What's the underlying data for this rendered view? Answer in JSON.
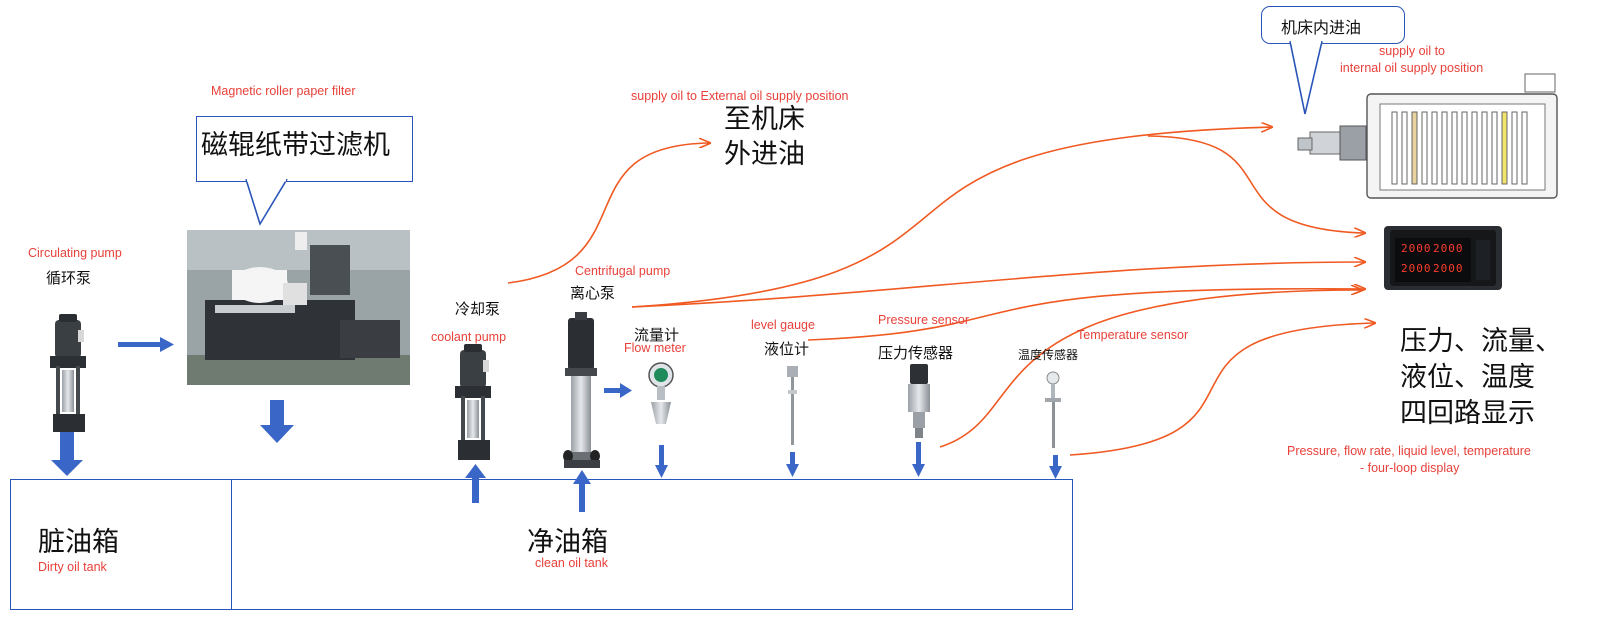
{
  "colors": {
    "flow": "#f05a22",
    "box": "#2a55b8",
    "arrow": "#3a66c8",
    "label_en": "#e8413a"
  },
  "filter": {
    "cn": "磁辊纸带过滤机",
    "en": "Magnetic roller paper filter"
  },
  "circulating_pump": {
    "en": "Circulating pump",
    "cn": "循环泵"
  },
  "coolant_pump": {
    "cn": "冷却泵",
    "en": "coolant pump"
  },
  "centrifugal_pump": {
    "en": "Centrifugal pump",
    "cn": "离心泵"
  },
  "flow_meter": {
    "cn": "流量计",
    "en": "Flow meter"
  },
  "level_gauge": {
    "en": "level gauge",
    "cn": "液位计"
  },
  "pressure_sensor": {
    "en": "Pressure sensor",
    "cn": "压力传感器"
  },
  "temperature_sensor": {
    "en": "Temperature sensor",
    "cn": "温度传感器"
  },
  "external_supply": {
    "en": "supply oil to External oil supply position",
    "cn_line1": "至机床",
    "cn_line2": "外进油"
  },
  "internal_supply": {
    "callout": "机床内进油",
    "en_line1": "supply oil to",
    "en_line2": "internal oil supply position"
  },
  "display": {
    "cn_line1": "压力、流量、",
    "cn_line2": "液位、温度",
    "cn_line3": "四回路显示",
    "en_line1": "Pressure, flow rate, liquid level, temperature",
    "en_line2": "- four-loop display",
    "readout": "2000"
  },
  "dirty_tank": {
    "cn": "脏油箱",
    "en": "Dirty oil tank"
  },
  "clean_tank": {
    "cn": "净油箱",
    "en": "clean oil tank"
  }
}
